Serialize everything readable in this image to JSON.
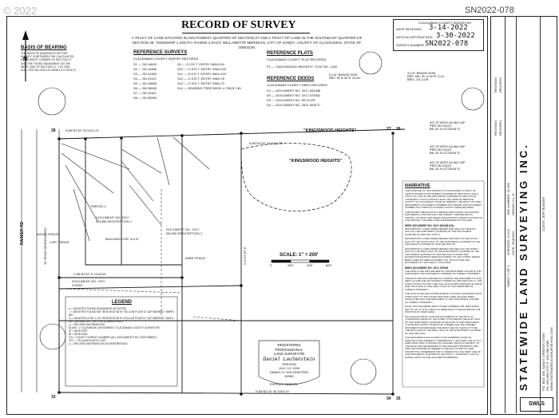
{
  "watermark_copyright": "© 2022",
  "watermark_sn": "SN2022-078",
  "title": "RECORD OF SURVEY",
  "description": "A TRACT OF LAND SITUATED IN SOUTHWEST QUARTER OF SECTION 27 AND A TRACT OF LAND IN THE SOUTHEAST QUARTER OF SECTION 28, TOWNSHIP 1 SOUTH, RANGE 3 EAST, WILLAMETTE MERIDIAN, CITY OF SANDY, COUNTY OF CLACKAMAS, STATE OF OREGON",
  "county_box": {
    "title": "CLACKAMAS COUNTY SURVEYOR",
    "date_received_label": "DATE RECEIVED",
    "date_received": "3-14-2022",
    "date_accepted_label": "DATE ACCEPTED/FILED",
    "date_accepted": "3-30-2022",
    "survey_number_label": "SURVEY NUMBER",
    "survey_number": "SN2022-078"
  },
  "basis_of_bearing": {
    "title": "BASIS OF BEARING",
    "text": "THE BASIS OF BEARINGS FOR THIS SURVEY IS BETWEEN THE CALCULATED SOUTHWEST CORNER OF SECTION 27 AND THE FOUND MONUMENT ON THE WEST LINE OF SECTION 27, T1S, R3E, W.M., PER SN 2020-157 BEING N 0°25'30\" E"
  },
  "reference_surveys": {
    "title": "REFERENCE SURVEYS",
    "subtitle": "CLACKAMAS COUNTY SURVEY RECORDS",
    "col1": [
      "S1 — SN 14620",
      "S2 — SN 18366",
      "S3 — SN 21363",
      "S4 — SN 23113",
      "S5 — SN 24805",
      "S6 — SN 28005",
      "S7 — SN 31161",
      "S8 — SN 35905"
    ],
    "col2": [
      "S9 — O.S.R.T. ENTRY 3964-019",
      "S10 — O.S.R.T. ENTRY 3964-020",
      "S11 — O.S.R.T. ENTRY 3964-123",
      "S12 — O.S.R.T. ENTRY 3964-78",
      "S13 — O.S.R.T. ENTRY 3964-79",
      "S14 — DEARING TREE BOOK 4, PAGE 181"
    ]
  },
  "reference_plats": {
    "title": "REFERENCE PLATS",
    "subtitle": "CLACKAMAS COUNTY PLAT RECORDS",
    "items": [
      "P1 — \"KINGSWOOD HEIGHTS\", PLAT NO. 1202"
    ]
  },
  "reference_deeds": {
    "title": "REFERENCE DEEDS",
    "subtitle": "CLACKAMAS COUNTY DEED RECORDS",
    "items": [
      "D1 — DOCUMENT NO. 2017-081306",
      "D2 — DOCUMENT NO. 2017-075302",
      "D3 — DOCUMENT NO. 99 21475",
      "D4 — DOCUMENT NO. 2021-093177"
    ]
  },
  "map_labels": {
    "kingswood_top": "\"KINGSWOOD HEIGHTS\"",
    "kingswood_inner": "\"KINGSWOOD HEIGHTS\"",
    "parcel_1": "PARCEL 1",
    "doc_1": "DOCUMENT NO. 2017-081306 DESCRIPTION 1",
    "doc_2": "DOCUMENT NO. 2017-081306 DESCRIPTION 2",
    "doc_3": "DOCUMENT NO. 2017-075302",
    "wood_fence": "WOOD FENCE",
    "cor_fence": "COR. FENCE",
    "wire_fence": "WIRE FENCE",
    "building_cor": "BUILDING COR. N 0.8'",
    "road": "RAINIER RD",
    "ten_road": "10' ROAD RESERVATION",
    "scale": "SCALE: 1\" = 200'",
    "scale_ticks": [
      "0'",
      "200'",
      "400'",
      "600'"
    ],
    "bearing_1": "N 89°57'20\" W 2113.74'",
    "bearing_2": "N 89°51'26\" W 1318.76'",
    "bearing_3": "N 0°27'19\" E",
    "bearing_4": "S 89°51'22\" E 1318.43'",
    "bearing_5": "N 89°52'15\" W 1316.10'",
    "corner_27": "27",
    "corner_34": "34",
    "corner_33": "33",
    "corner_28": "28",
    "corner_26": "26",
    "corner_35": "35"
  },
  "legend": {
    "title": "LEGEND",
    "items": [
      "● = DENOTES FOUND MONUMENT AS NOTED.",
      "○ = DENOTES FOUND 5/8\" IRON ROD WITH YELLOW PLASTIC CAP MARKED \"WHPS INC.\"",
      "⊙ = DENOTES A 5/8\" X 30\" IRON ROD WITH YELLOW PLASTIC CAP MARKED \"SWLS INC. 503-668-3737\" SET ON 11 MARCH 2022",
      "( ) = RECORD INFORMATION.",
      "ALUM = 2\" ALUMINUM CAP MARKED \"CLACKAMAS COUNTY SURVEYOR\"",
      "IP = IRON PIPE",
      "IR = IRON ROD",
      "CN = COUNTY SURVEY NUMBER (ALL DOCUMENTS NO. DESCRIBED)",
      "YPC = YELLOW PLASTIC CAP",
      "( ) = RECORD INFORMATION AS REFERENCED"
    ]
  },
  "stamp": {
    "line1": "REGISTERED",
    "line2": "PROFESSIONAL",
    "line3": "LAND SURVEYOR",
    "signature": "Daniel Lautenstein",
    "line4": "OREGON",
    "line5": "JULY 13, 1999",
    "line6": "DANIEL H. HOLLENSTEIN",
    "line7": "52955",
    "expires": "EXPIRES 06/30/23"
  },
  "narrative": {
    "title": "NARRATIVE",
    "p1": "THE PURPOSE OF THIS SURVEY IS TO MONUMENT A TRACT OF LAND SITUATED IN SOUTHWEST QUARTER OF SECTION 27 AND A TRACT OF LAND IN THE SOUTHEAST QUARTER OF SECTION 28, TOWNSHIP 1 SOUTH, RANGE 3 EAST, WILLAMETTE MERIDIAN, COUNTY OF CLACKAMAS, STATE OF OREGON, THE TRACT OF LAND DESCRIBED IN DOCUMENT NUMBERS 2017-081306, AND DOCUMENT NUMBER 2017-075302 CLACKAMAS COUNTY DEED RECORDS.",
    "p2": "THE PROJECT BEGAN WITH A SEARCH AND SURVEY OF EXISTING MONUMENTS CONTROLLING THE SUBJECT PROPERTIES AS SHOWN, UTILIZING SAID DEEDS AND EXISTING SURVEYS FOUND ON THE GROUND. THE DEED LINES DETERMINED AS FOLLOWS:",
    "h1": "DEED DOCUMENT NO. 2017-081306 (D1)",
    "p3": "DESCRIPTION 1 LINES WERE DEFINED AND HELD AS THE EAST HALF OF THE NORTHWEST QUARTER OF THE SOUTHWEST QUARTER OF SAID SECTION 27.",
    "p4": "DESCRIPTION 2 LINES WERE DEFINED AND HELD AS THE SOUTH HALF OF THE SOUTH HALF OF THE NORTHEAST QUARTER OF THE SOUTHEAST QUARTER OF SAID SECTION 28.",
    "p5": "DESCRIPTION 3 LINES WERE DEFINED AND HELD AS THE NORTH HALF OF THE WEST HALF OF THE NORTHWEST QUARTER OF THE SOUTHWEST QUARTER OF SAID SECTION 27 FROM THE EXCEPTIONS MADE BY DEED DOCUMENT NO. 2017-075302, DEEDS BEING LINES BY DEED DOCUMENT NO. 99 21475 (D3) AND DOCUMENT NO. 2021-093177, AS SHOWN.",
    "h2": "DEED DOCUMENT NO. 2017-075302",
    "p6": "THE NORTH LINE WAS DEFINED BY THE MONUMENT FOUND AT THE NORTHWEST AND NORTHEAST CORNERS OF SUBJECT PROPERTY.",
    "p7": "THE EAST LINE WAS DEFINED BY HOLDING THE MONUMENT AT THE WEST 1/4 AND THE SOUTHWEST CORNER OF SAID SECTION 27, THE GOING SOUTH ON THAT LINE THE CALCULATED DISTANCE OF 660.00 FEET OR GOING TO THE WELL POINT OF SOUTHERN END OF SUBJECT PROPERTY.",
    "p8": "THE SOUTH LINE WAS ESTABLISHED BY HOLDING SAID BASIS POINT GOING EAST TO THE FOUND IRON ROD THEN HOLDING DEED ANGLE THROUGH THE MONUMENT AT THE NORTHWEST CORNER OF SUBJECT PROPERTY.",
    "p9": "NOTE: FOR THE DEEDS MOST OTHER CORNERS (5/8\" IRON RODS) SET TO CALLS IN SN 14620 (S1) WERE HELD TO RE-ESTABLISH THE POSITION OF THEIR LINES.",
    "p10": "ON 2019-040 SURVEY FOR THE DOCUMENTS IN THE PLAT OF \"KINGSWOOD HEIGHTS\" WAS USED TO ESTABLISH THE EAST HALF OF THE NORTHWEST QUARTER OF SECTION 27 AND NORTHWEST CLACKAMAS COUNTY SURVEYOR CORNER, AND THE CORNER MONUMENTS ESTABLISHED THE WEST LINE OF THE PLAT TO BE THE EAST LINE OF THE WEST HALF OF THE NORTHWEST QUARTER OF SAID SECTION.",
    "p11": "THE MONUMENT WAS FOUND AT THE SUPREME COURT OF OREGON CASE NUMBER IV, UNDERWOOD V. WILLIAMS, THE CUT 10 FEET WIDE STRIP IS SHOWN AS A MAGNET WHICH IS SUBJECT TO THE ROAD LINE DETERMINED IN THE ADJACENT PROPERTY AND ARE THE MONUMENTS NEEDED TO RETAIN A STRIP OF LAND INTERSTITIAL OWNERSHIP AND IS UNDERLYING THE WEST LINE OF THE NORTHEAST QUARTER OF SECTION 27, TOWNSHIP 1 SOUTH, RANGE 3 EAST OF THE WILLAMETTE MERIDIAN."
  },
  "right_notes": [
    {
      "title": "3-1/4\" BRASS DISK",
      "lines": [
        "REF. 5/8\" IR. N 40°E 3.14'",
        "BRG. 1/4 COR."
      ]
    },
    {
      "title": "3-1/4\" BRASS DISK",
      "lines": [
        "REF. IR N 40°E 24.00'"
      ]
    },
    {
      "title": "3/4\" IP WITH ALUM CAP",
      "lines": [
        "PER SN 23113",
        "BK 25, N 22°28'48\" E"
      ]
    },
    {
      "title": "3/4\" IP WITH ALUM CAP",
      "lines": [
        "PER SN 23113",
        "BK 25, N 22°28'48\" E"
      ]
    },
    {
      "title": "3/4\" IP WITH ALUM CAP",
      "lines": [
        "PER SN 23113",
        "BK 25, N 22°28'48\" E"
      ]
    }
  ],
  "company": {
    "name": "STATEWIDE LAND SURVEYING INC.",
    "address_lines": [
      "P.O. BOX 186, SANDY, OREGON 97055",
      "PH: 503-668-3737  F: 503-668-3789",
      "WWW.STATEWIDELANDSURVEYING.COM"
    ],
    "client": "CLIENT: JEFF BUEKER",
    "job_no": "JOB NUMBER: 21-363",
    "drawn_by": "DRAWN: D.L.H.",
    "checked_by": "CHECKED: D.H.H.",
    "date": "DATE: 3/14/2022",
    "sheet": "SHEET: 1 OF 1",
    "revisions": [
      "REVISION",
      "REVISION",
      "REVISION",
      "REVISION"
    ],
    "logo": "SWLS"
  }
}
